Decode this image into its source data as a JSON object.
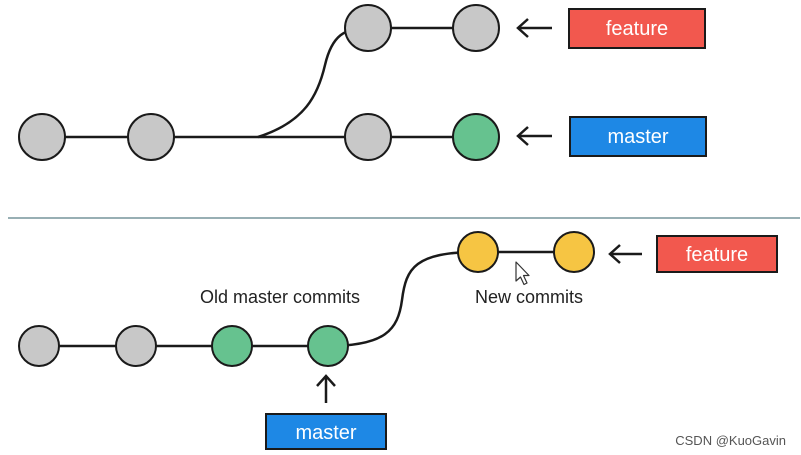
{
  "colors": {
    "grey_commit": "#c8c8c8",
    "green_commit": "#66c28f",
    "yellow_commit": "#f6c543",
    "feature_label": "#f2584e",
    "master_label": "#1e88e5",
    "line": "#1a1a1a",
    "divider": "#5a7f86"
  },
  "top": {
    "feature_label": "feature",
    "master_label": "master"
  },
  "bottom": {
    "feature_label": "feature",
    "master_label": "master",
    "old_caption": "Old master commits",
    "new_caption": "New commits"
  },
  "watermark": "CSDN @KuoGavin"
}
